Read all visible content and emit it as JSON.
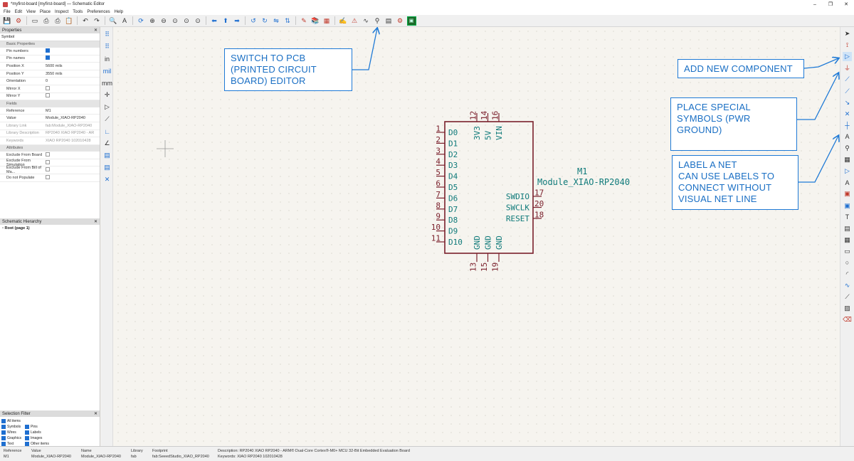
{
  "window": {
    "title": "*myfirst-board [myfirst-board] — Schematic Editor"
  },
  "menu": [
    "File",
    "Edit",
    "View",
    "Place",
    "Inspect",
    "Tools",
    "Preferences",
    "Help"
  ],
  "properties": {
    "header": "Properties",
    "selection": "Symbol",
    "basic_title": "Basic Properties",
    "pin_numbers": "Pin numbers",
    "pin_names": "Pin names",
    "pos_x_label": "Position X",
    "pos_x": "5600 mils",
    "pos_y_label": "Position Y",
    "pos_y": "3550 mils",
    "orientation_label": "Orientation",
    "orientation": "0",
    "mirror_x": "Mirror X",
    "mirror_y": "Mirror Y",
    "fields_title": "Fields",
    "reference_label": "Reference",
    "reference": "M1",
    "value_label": "Value",
    "value": "Module_XIAO-RP2040",
    "lib_link_label": "Library Link",
    "lib_link": "fab:Module_XIAO-RP2040",
    "lib_desc_label": "Library Description",
    "lib_desc": "RP2040 XIAO RP2040 - AR",
    "keywords_label": "Keywords",
    "keywords": "XIAO RP2040 102010428",
    "attributes_title": "Attributes",
    "excl_board": "Exclude From Board",
    "excl_sim": "Exclude From Simulation",
    "excl_bom": "Exclude From Bill of Ma...",
    "dnp": "Do not Populate"
  },
  "hierarchy": {
    "header": "Schematic Hierarchy",
    "root": "Root (page 1)"
  },
  "selection_filter": {
    "header": "Selection Filter",
    "items": [
      "All items",
      "Symbols",
      "Pins",
      "Wires",
      "Labels",
      "Graphics",
      "Images",
      "Text",
      "Other items"
    ]
  },
  "symbol": {
    "ref": "M1",
    "value": "Module_XIAO-RP2040",
    "left_pins": [
      {
        "num": "1",
        "name": "D0"
      },
      {
        "num": "2",
        "name": "D1"
      },
      {
        "num": "3",
        "name": "D2"
      },
      {
        "num": "4",
        "name": "D3"
      },
      {
        "num": "5",
        "name": "D4"
      },
      {
        "num": "6",
        "name": "D5"
      },
      {
        "num": "7",
        "name": "D6"
      },
      {
        "num": "8",
        "name": "D7"
      },
      {
        "num": "9",
        "name": "D8"
      },
      {
        "num": "10",
        "name": "D9"
      },
      {
        "num": "11",
        "name": "D10"
      }
    ],
    "top_pins": [
      {
        "num": "12",
        "name": "3V3"
      },
      {
        "num": "14",
        "name": "5V"
      },
      {
        "num": "16",
        "name": "VIN"
      }
    ],
    "right_pins": [
      {
        "num": "17",
        "name": "SWDIO"
      },
      {
        "num": "20",
        "name": "SWCLK"
      },
      {
        "num": "18",
        "name": "RESET"
      }
    ],
    "bottom_pins": [
      {
        "num": "13",
        "name": "GND"
      },
      {
        "num": "15",
        "name": "GND"
      },
      {
        "num": "19",
        "name": "GND"
      }
    ]
  },
  "callouts": {
    "pcb": "SWITCH TO PCB\n(PRINTED CIRCUIT\nBOARD) EDITOR",
    "add": "ADD NEW COMPONENT",
    "special": "PLACE SPECIAL\nSYMBOLS (PWR\nGROUND)",
    "label": "LABEL A NET\nCAN USE LABELS TO\nCONNECT WITHOUT\nVISUAL NET LINE"
  },
  "statusbar": {
    "ref_h": "Reference",
    "ref_v": "M1",
    "val_h": "Value",
    "val_v": "Module_XIAO-RP2040",
    "name_h": "Name",
    "name_v": "Module_XIAO-RP2040",
    "lib_h": "Library",
    "lib_v": "fab",
    "fp_h": "Footprint",
    "fp_v": "fab:SeeedStudio_XIAO_RP2040",
    "desc": "Description: RP2040 XIAO RP2040 - ARM® Dual-Core Cortex®-M0+ MCU 32-Bit Embedded Evaluation Board",
    "kw": "Keywords: XIAO RP2040 102010428"
  },
  "colors": {
    "symbol": "#7a1f2b",
    "pin_text": "#0f7a7a",
    "callout": "#1f7ad6"
  }
}
